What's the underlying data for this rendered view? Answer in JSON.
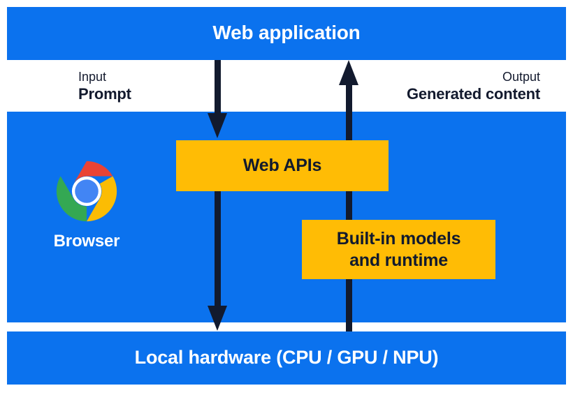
{
  "diagram": {
    "title": "Web application",
    "bands": {
      "top": {
        "label": "Web application",
        "color": "#0b72ee"
      },
      "middle": {
        "color": "#0b72ee"
      },
      "bottom": {
        "label": "Local hardware (CPU / GPU / NPU)",
        "color": "#0b72ee"
      }
    },
    "io": {
      "input": {
        "kind": "Input",
        "value": "Prompt"
      },
      "output": {
        "kind": "Output",
        "value": "Generated content"
      }
    },
    "boxes": [
      {
        "id": "web-apis",
        "label": "Web APIs",
        "color": "#ffbc05"
      },
      {
        "id": "builtin-models",
        "line1": "Built-in models",
        "line2": "and runtime",
        "color": "#ffbc05"
      }
    ],
    "browser": {
      "label": "Browser",
      "icon": "chrome-icon",
      "icon_colors": {
        "red": "#ea4335",
        "yellow": "#fbbc04",
        "green": "#34a853",
        "blue": "#4285f4",
        "ring": "#ffffff"
      }
    },
    "arrows": {
      "down_label": "down-arrow",
      "up_label": "up-arrow",
      "color": "#121a2e"
    }
  }
}
